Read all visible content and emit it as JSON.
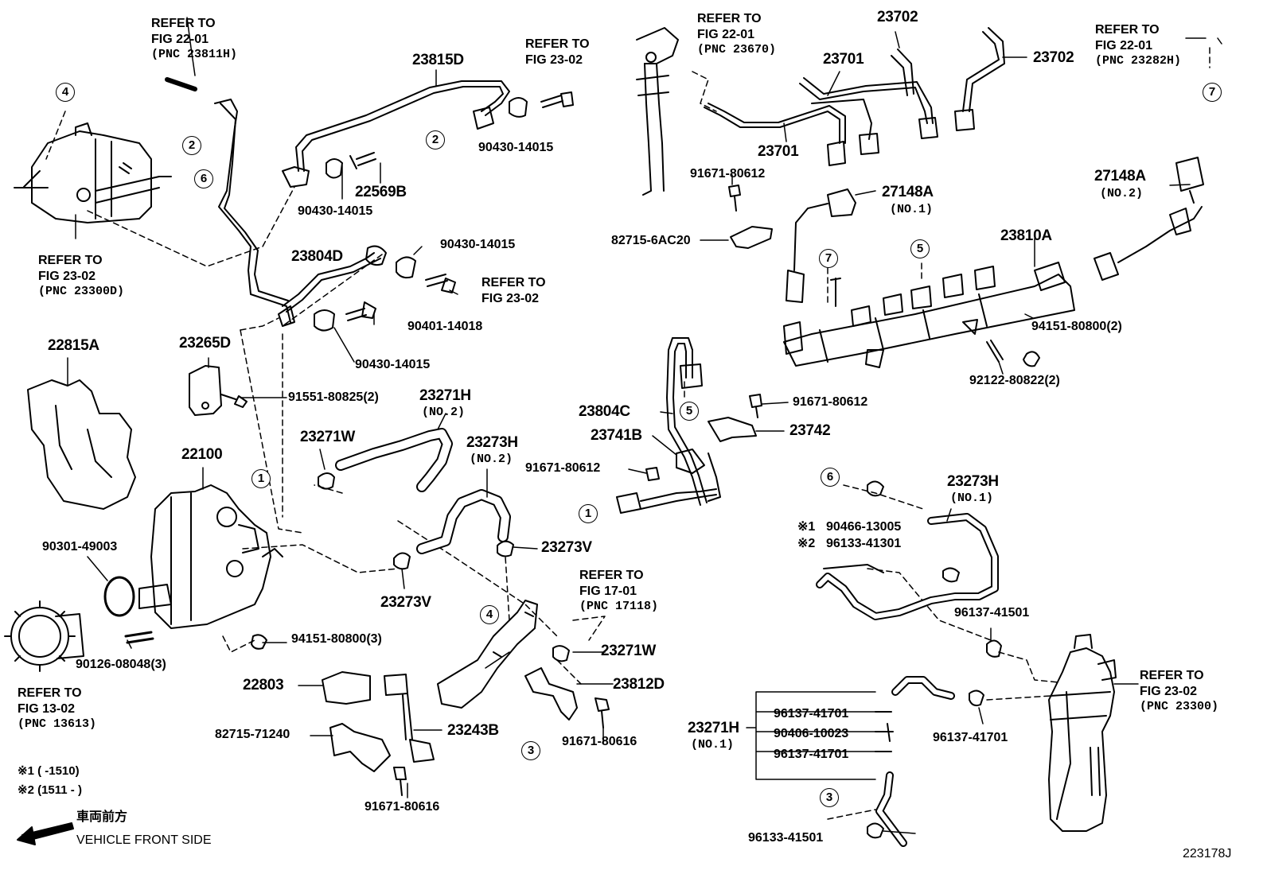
{
  "diagram": {
    "id_code": "223178J",
    "orientation": {
      "jp": "車両前方",
      "en": "VEHICLE FRONT SIDE"
    },
    "notes": [
      "※1 (      -1510)",
      "※2 (1511 -      )"
    ],
    "refer_to": [
      {
        "line1": "REFER TO",
        "line2": "FIG 22-01",
        "line3": "(PNC 23811H)"
      },
      {
        "line1": "REFER TO",
        "line2": "FIG 23-02",
        "line3": "(PNC 23300D)"
      },
      {
        "line1": "REFER TO",
        "line2": "FIG 23-02",
        "line3": ""
      },
      {
        "line1": "REFER TO",
        "line2": "FIG 23-02",
        "line3": ""
      },
      {
        "line1": "REFER TO",
        "line2": "FIG 22-01",
        "line3": "(PNC 23670)"
      },
      {
        "line1": "REFER TO",
        "line2": "FIG 22-01",
        "line3": "(PNC 23282H)"
      },
      {
        "line1": "REFER TO",
        "line2": "FIG 13-02",
        "line3": "(PNC 13613)"
      },
      {
        "line1": "REFER TO",
        "line2": "FIG 17-01",
        "line3": "(PNC 17118)"
      },
      {
        "line1": "REFER TO",
        "line2": "FIG 23-02",
        "line3": "(PNC 23300)"
      }
    ],
    "part_numbers": [
      "23815D",
      "90430-14015",
      "22569B",
      "90430-14015",
      "23804D",
      "90430-14015",
      "90401-14018",
      "90430-14015",
      "23265D",
      "91551-80825(2)",
      "22815A",
      "23271H",
      "(NO.2)",
      "23271W",
      "23273H",
      "(NO.2)",
      "22100",
      "90301-49003",
      "23273V",
      "23273V",
      "90126-08048(3)",
      "94151-80800(3)",
      "22803",
      "82715-71240",
      "23243B",
      "91671-80616",
      "23271W",
      "23812D",
      "91671-80616",
      "23702",
      "23701",
      "23702",
      "23701",
      "91671-80612",
      "82715-6AC20",
      "27148A",
      "(NO.1)",
      "27148A",
      "(NO.2)",
      "23810A",
      "94151-80800(2)",
      "92122-80822(2)",
      "23804C",
      "23741B",
      "91671-80612",
      "91671-80612",
      "23742",
      "23273H",
      "(NO.1)",
      "90466-13005",
      "96133-41301",
      "96137-41501",
      "23271H",
      "(NO.1)",
      "96137-41701",
      "90406-10023",
      "96137-41701",
      "96137-41701",
      "96133-41501",
      "90430-14015"
    ],
    "callouts": [
      "1",
      "1",
      "2",
      "2",
      "3",
      "3",
      "4",
      "4",
      "5",
      "5",
      "6",
      "6",
      "7",
      "7"
    ],
    "note_marks": [
      "※1",
      "※2"
    ]
  }
}
